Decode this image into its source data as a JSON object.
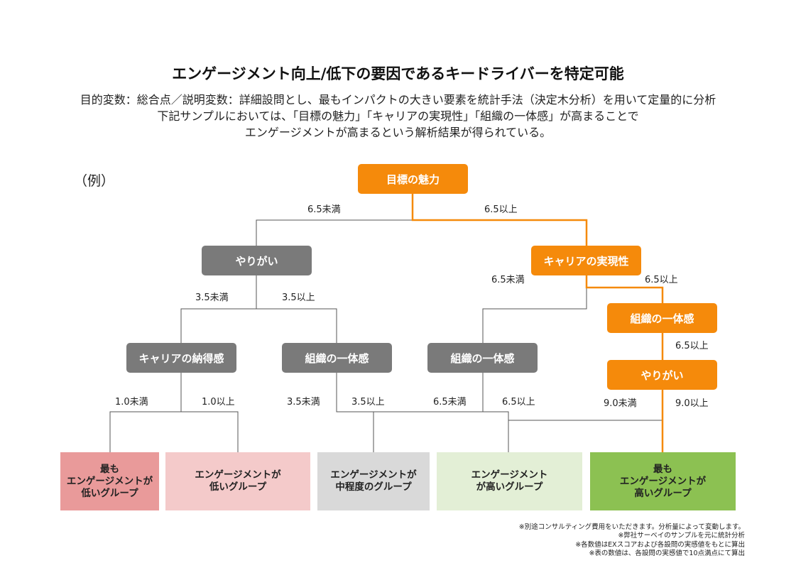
{
  "title": "エンゲージメント向上/低下の要因であるキードライバーを特定可能",
  "subtitle_lines": [
    "目的変数：総合点／説明変数：詳細設問とし、最もインパクトの大きい要素を統計手法（決定木分析）を用いて定量的に分析",
    "下記サンプルにおいては、「目標の魅力」「キャリアの実現性」「組織の一体感」が高まることで",
    "エンゲージメントが高まるという解析結果が得られている。"
  ],
  "example_label": "（例）",
  "colors": {
    "highlight": "#f58a0b",
    "neutral_node": "#7a7a7a",
    "line": "#555555"
  },
  "nodes": {
    "root": "目標の魅力",
    "yarigai_left": "やりがい",
    "career_jitsugen": "キャリアの実現性",
    "career_nattoku": "キャリアの納得感",
    "soshiki_mid": "組織の一体感",
    "soshiki_right_low": "組織の一体感",
    "soshiki_right_high": "組織の一体感",
    "yarigai_right": "やりがい"
  },
  "edges": {
    "root_low": "6.5未満",
    "root_high": "6.5以上",
    "yarigai_low": "3.5未満",
    "yarigai_high": "3.5以上",
    "career_low": "6.5未満",
    "career_high": "6.5以上",
    "soshiki_high_high": "6.5以上",
    "nattoku_low": "1.0未満",
    "nattoku_high": "1.0以上",
    "soshiki_mid_low": "3.5未満",
    "soshiki_mid_high": "3.5以上",
    "soshiki_right_low": "6.5未満",
    "soshiki_right_high": "6.5以上",
    "yarigai_right_low": "9.0未満",
    "yarigai_right_high": "9.0以上"
  },
  "results": [
    {
      "lines": [
        "最も",
        "エンゲージメントが",
        "低いグループ"
      ],
      "color": "#e99a9a"
    },
    {
      "lines": [
        "エンゲージメントが",
        "低いグループ"
      ],
      "color": "#f4caca"
    },
    {
      "lines": [
        "エンゲージメントが",
        "中程度のグループ"
      ],
      "color": "#d9d9d9"
    },
    {
      "lines": [
        "エンゲージメント",
        "が高いグループ"
      ],
      "color": "#e3efd6"
    },
    {
      "lines": [
        "最も",
        "エンゲージメントが",
        "高いグループ"
      ],
      "color": "#8cc152"
    }
  ],
  "notes": [
    "※別途コンサルティング費用をいただきます。分析量によって変動します。",
    "※弊社サーベイのサンプルを元に統計分析",
    "※各数値はEXスコアおよび各設問の実感値をもとに算出",
    "※表の数値は、各設問の実感値で10点満点にて算出"
  ]
}
